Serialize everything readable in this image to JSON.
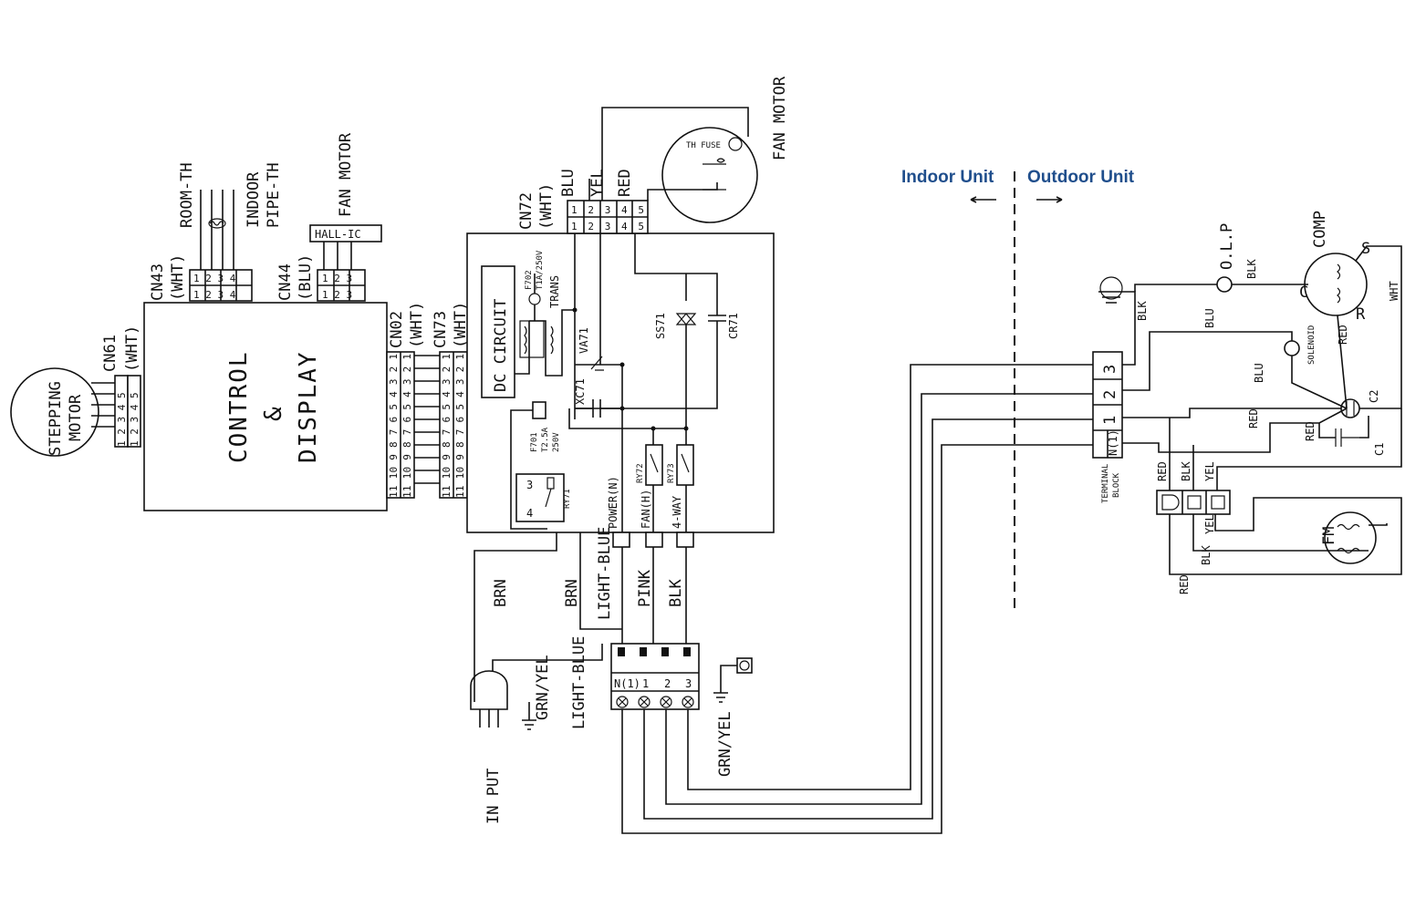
{
  "headers": {
    "indoor": "Indoor Unit",
    "outdoor": "Outdoor Unit"
  },
  "colors": {
    "ink": "#111111",
    "header_blue": "#1f4e8c"
  },
  "blocks": {
    "control": {
      "line1": "CONTROL",
      "line2": "&",
      "line3": "DISPLAY"
    },
    "dc_circuit": "DC CIRCUIT",
    "stepping_motor": {
      "line1": "STEPPING",
      "line2": "MOTOR"
    },
    "hall_ic": "HALL-IC",
    "terminal_block": {
      "line1": "TERMINAL",
      "line2": "BLOCK"
    }
  },
  "connectors": {
    "cn61": "CN61",
    "cn61_color": "(WHT)",
    "cn61_pins": "1 2 3 4 5",
    "cn43": "CN43",
    "cn43_color": "(WHT)",
    "cn43_pins": "1 2 3 4",
    "cn44": "CN44",
    "cn44_color": "(BLU)",
    "cn44_pins": "1 2 3",
    "cn02": "CN02",
    "cn02_color": "(WHT)",
    "cn02_pins": "11 10 9 8 7 6 5 4 3 2 1",
    "cn73": "CN73",
    "cn73_color": "(WHT)",
    "cn73_pins": "11 10 9 8 7 6 5 4 3 2 1",
    "cn72": "CN72",
    "cn72_color": "(WHT)",
    "cn72_pins": "1 2 3 4 5"
  },
  "sensors": {
    "room_th": "ROOM-TH",
    "indoor_pipe_line1": "INDOOR",
    "indoor_pipe_line2": "PIPE-TH"
  },
  "fan_motor_left": "FAN MOTOR",
  "fan_motor_top": "FAN MOTOR",
  "th_fuse": "TH FUSE",
  "wire_colors_top": {
    "blu": "BLU",
    "yel": "YEL",
    "red": "RED"
  },
  "components": {
    "f702": "F702",
    "f702_rating": "T1A/250V",
    "trans": "TRANS",
    "va71": "VA71",
    "xc71": "XC71",
    "ss71": "SS71",
    "cr71": "CR71",
    "f701": "F701",
    "f701_rating1": "T2.5A",
    "f701_rating2": "250V",
    "ry71": "RY71",
    "ry72": "RY72",
    "ry73": "RY73",
    "ry71_pin3": "3",
    "ry71_pin4": "4"
  },
  "relay_outputs": {
    "power": "POWER(N)",
    "fan": "FAN(H)",
    "way4": "4-WAY"
  },
  "wires_mid": {
    "brn1": "BRN",
    "brn2": "BRN",
    "light_blue1": "LIGHT-BLUE",
    "pink": "PINK",
    "blk": "BLK"
  },
  "input": {
    "label": "IN PUT",
    "grn_yel": "GRN/YEL",
    "light_blue": "LIGHT-BLUE",
    "grn_yel2": "GRN/YEL"
  },
  "indoor_terminal": {
    "n1": "N(1)",
    "t1": "1",
    "t2": "2",
    "t3": "3"
  },
  "outdoor_terminal": {
    "n1": "N(1)",
    "t1": "1",
    "t2": "2",
    "t3": "3"
  },
  "outdoor": {
    "olp": "O.L.P",
    "comp": "COMP",
    "s": "S",
    "c": "C",
    "r": "R",
    "solenoid": "SOLENOID",
    "c1": "C1",
    "c2": "C2",
    "fm": "FM",
    "wires": {
      "blk_olp": "BLK",
      "blk_gnd": "BLK",
      "blu1": "BLU",
      "blu2": "BLU",
      "red_comp": "RED",
      "wht": "WHT",
      "red_c2": "RED",
      "red_c1": "RED",
      "red_fm": "RED",
      "blk_fm": "BLK",
      "yel_fm": "YEL",
      "yel2": "YEL",
      "blk2": "BLK",
      "red2": "RED"
    }
  }
}
